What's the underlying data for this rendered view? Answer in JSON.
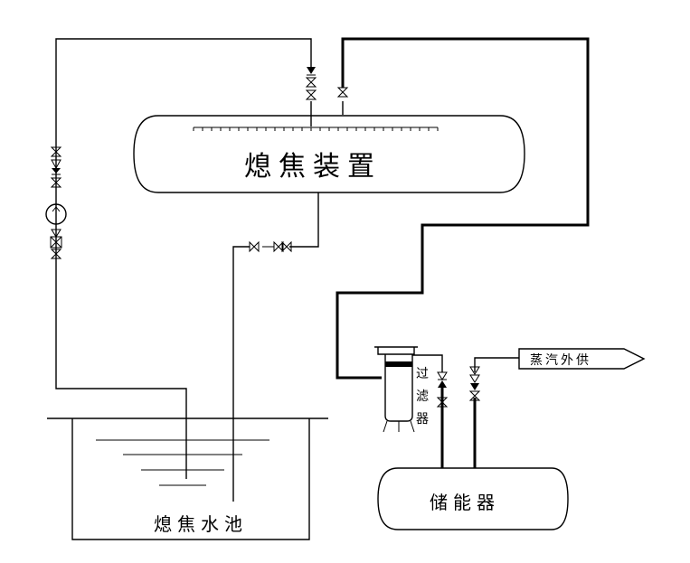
{
  "labels": {
    "quench_device": "熄焦装置",
    "quench_pool": "熄焦水池",
    "accumulator": "储能器",
    "filter_1": "过",
    "filter_2": "滤",
    "filter_3": "器",
    "steam_supply": "蒸汽外供"
  },
  "colors": {
    "line": "#000000",
    "background": "#ffffff"
  },
  "icons": [
    "valve-icon",
    "check-valve-icon",
    "pump-icon",
    "filter-vessel-icon",
    "arrow-tag-icon"
  ]
}
